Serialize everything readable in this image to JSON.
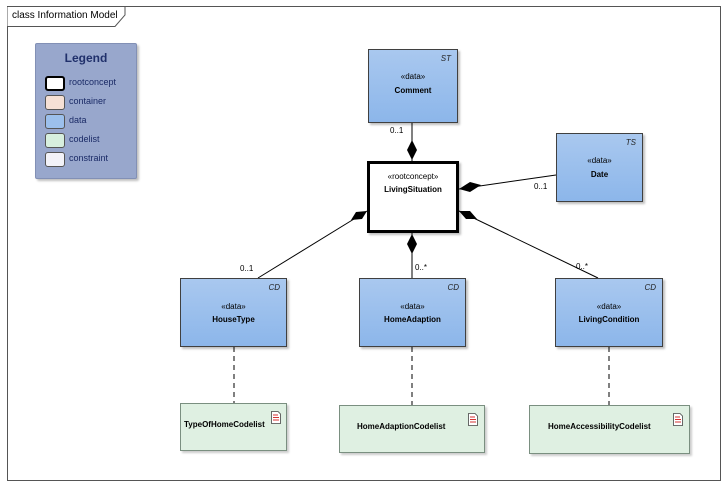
{
  "frame": {
    "title": "class Information Model"
  },
  "legend": {
    "title": "Legend",
    "items": [
      {
        "label": "rootconcept",
        "color": "#ffffff",
        "border": "#000000"
      },
      {
        "label": "container",
        "color": "#f5e0d5",
        "border": "#666666"
      },
      {
        "label": "data",
        "color": "#9cc0ec",
        "border": "#666666"
      },
      {
        "label": "codelist",
        "color": "#d7efde",
        "border": "#666666"
      },
      {
        "label": "constraint",
        "color": "#f2f2f8",
        "border": "#666666"
      }
    ]
  },
  "root": {
    "stereotype": "«rootconcept»",
    "name": "LivingSituation"
  },
  "classes": {
    "comment": {
      "stereotype": "«data»",
      "name": "Comment",
      "tag": "ST"
    },
    "date": {
      "stereotype": "«data»",
      "name": "Date",
      "tag": "TS"
    },
    "housetype": {
      "stereotype": "«data»",
      "name": "HouseType",
      "tag": "CD"
    },
    "homeadaption": {
      "stereotype": "«data»",
      "name": "HomeAdaption",
      "tag": "CD"
    },
    "livingcondition": {
      "stereotype": "«data»",
      "name": "LivingCondition",
      "tag": "CD"
    }
  },
  "codelists": {
    "typeofhome": {
      "name": "TypeOfHomeCodelist"
    },
    "homeadaption": {
      "name": "HomeAdaptionCodelist"
    },
    "homeaccessibility": {
      "name": "HomeAccessibilityCodelist"
    }
  },
  "multiplicities": {
    "comment": "0..1",
    "date": "0..1",
    "housetype": "0..1",
    "homeadaption": "0..*",
    "livingcondition": "0..*"
  }
}
